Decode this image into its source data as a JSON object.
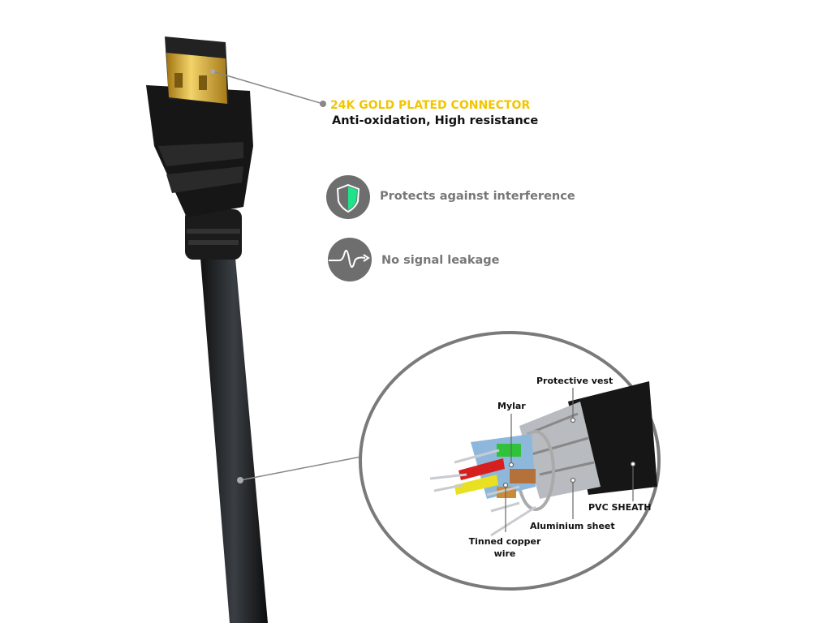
{
  "connector": {
    "title": "24K GOLD PLATED CONNECTOR",
    "subtitle": "Anti-oxidation, High resistance"
  },
  "features": [
    {
      "icon": "shield-icon",
      "label": "Protects against interference"
    },
    {
      "icon": "signal-wave-icon",
      "label": "No signal leakage"
    }
  ],
  "cross_section": {
    "labels": {
      "protective_vest": "Protective vest",
      "mylar": "Mylar",
      "pvc_sheath": "PVC SHEATH",
      "aluminium_sheet": "Aluminium sheet",
      "tinned_copper_wire": "Tinned copper wire"
    }
  },
  "colors": {
    "accent": "#f2c500",
    "icon_bg": "#6e6e6e",
    "shield_fill": "#1fe38a"
  }
}
